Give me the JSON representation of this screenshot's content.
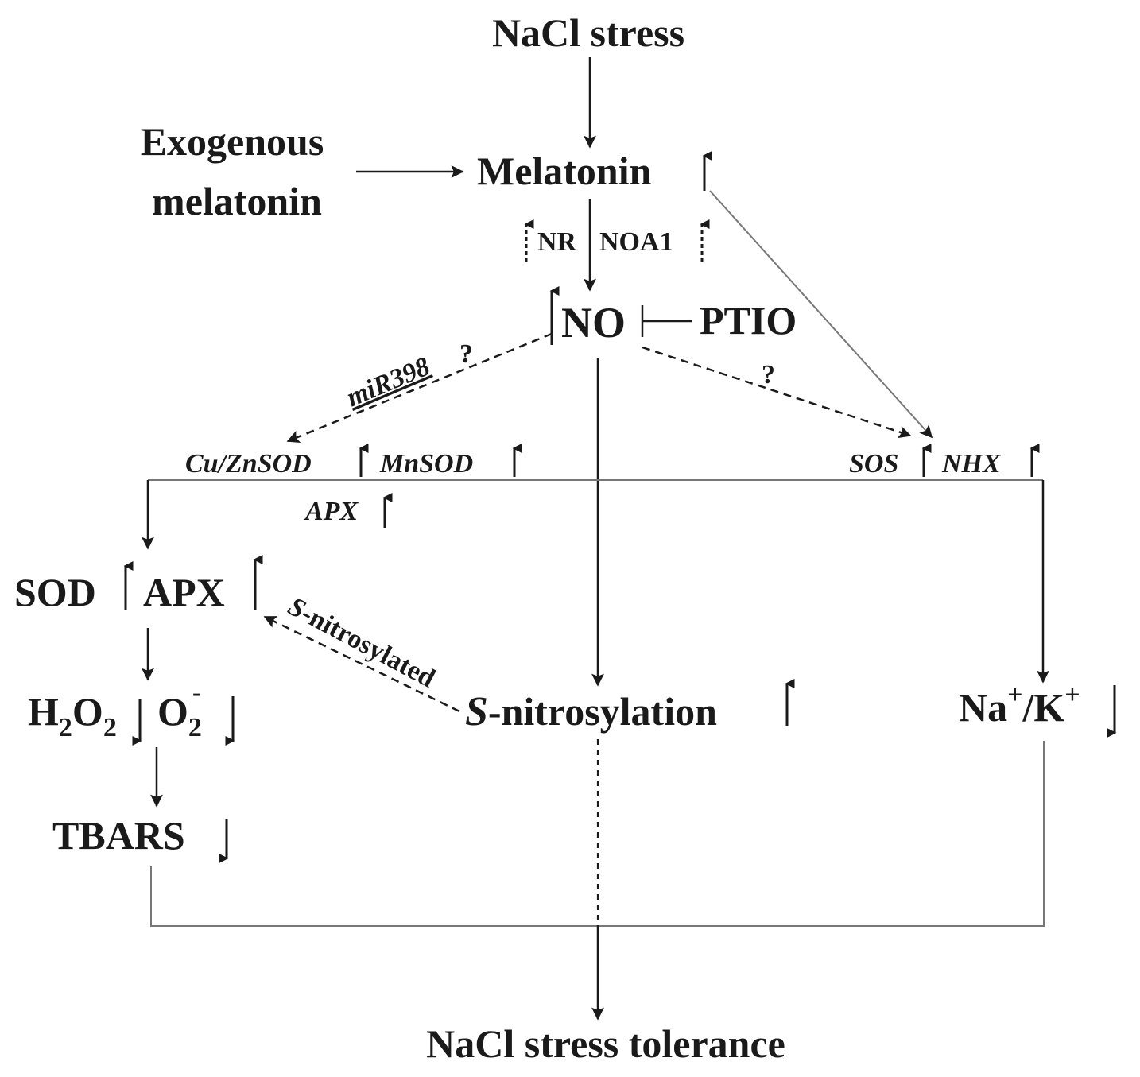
{
  "nodes": {
    "nacl_stress": "NaCl stress",
    "exogenous_melatonin_line1": "Exogenous",
    "exogenous_melatonin_line2": "melatonin",
    "melatonin": "Melatonin",
    "nr": "NR",
    "noa1": "NOA1",
    "no": "NO",
    "ptio": "PTIO",
    "cuznsod": "Cu/ZnSOD",
    "mnsod": "MnSOD",
    "apx_gene": "APX",
    "sos": "SOS",
    "nhx": "NHX",
    "sod": "SOD",
    "apx": "APX",
    "h": "H",
    "two_a": "2",
    "o": "O",
    "two_b": "2",
    "o2": "O",
    "two_c": "2",
    "minus": "-",
    "tbars": "TBARS",
    "s_italic": "S",
    "nitrosylation": "-nitrosylation",
    "na": "Na",
    "plus_a": "+",
    "slash_k": "/K",
    "plus_b": "+",
    "nacl_tolerance": "NaCl stress tolerance"
  },
  "edge_labels": {
    "mir398": "miR398",
    "q_left": "?",
    "q_right": "?",
    "s_nitrosylated_s": "S",
    "s_nitrosylated_rest": "-nitrosylated"
  },
  "colors": {
    "ink": "#1a1a1a",
    "connector": "#777777",
    "background": "#ffffff"
  }
}
